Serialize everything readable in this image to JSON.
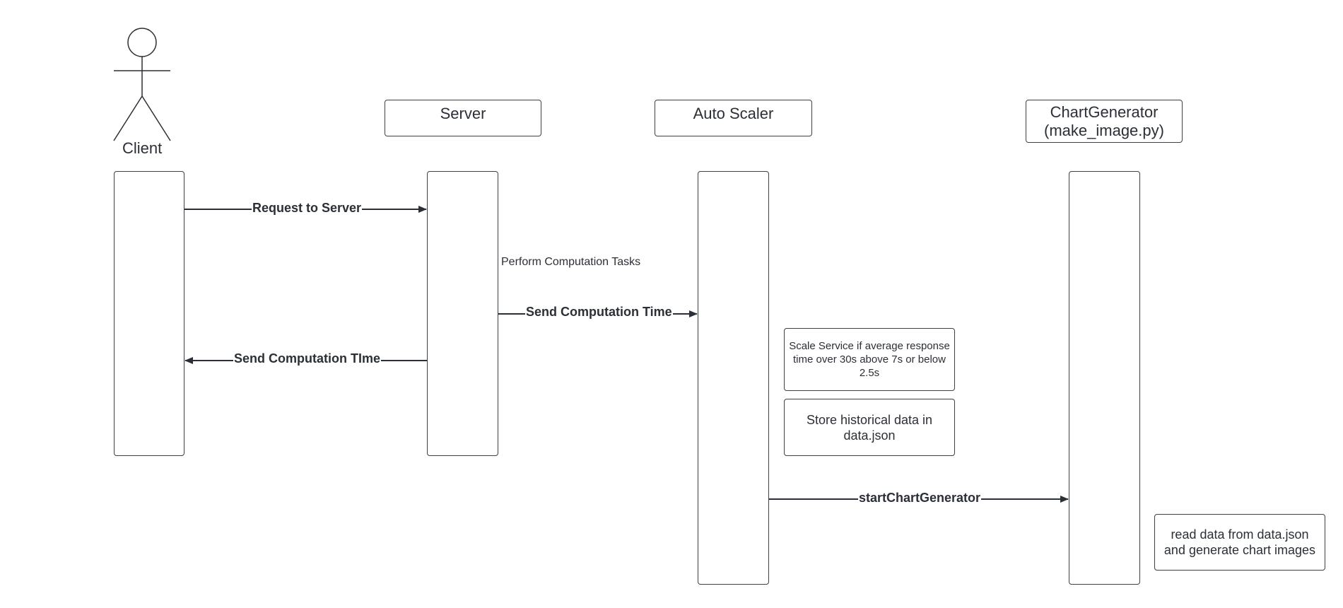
{
  "participants": {
    "client": "Client",
    "server": "Server",
    "autoscaler": "Auto Scaler",
    "chartgen_line1": "ChartGenerator",
    "chartgen_line2": "(make_image.py)"
  },
  "messages": {
    "request": "Request to Server",
    "send_time_to_scaler": "Send Computation Time",
    "send_time_to_client": "Send Computation TIme",
    "start_chart": "startChartGenerator"
  },
  "notes": {
    "perform": "Perform Computation Tasks",
    "scale": "Scale Service if average response time over 30s above 7s or below 2.5s",
    "store": "Store historical data in data.json",
    "read": "read data from data.json and generate chart images"
  }
}
